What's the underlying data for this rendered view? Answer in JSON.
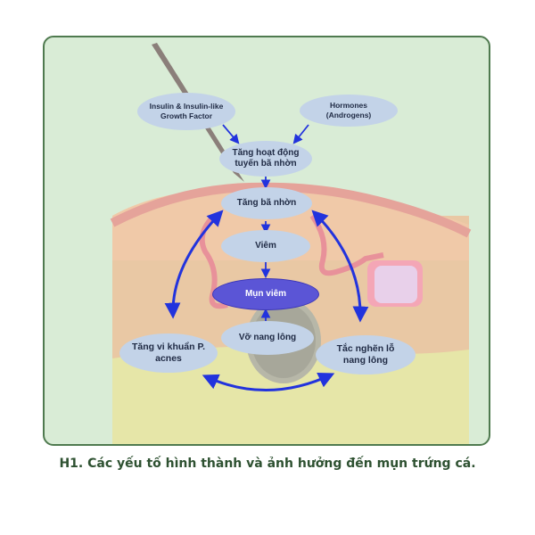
{
  "diagram": {
    "nodes": {
      "insulin": "Insulin & Insulin-like Growth Factor",
      "hormones": "Hormones (Androgens)",
      "sebaceous_activity": "Tăng hoạt động tuyến bã nhờn",
      "sebum_increase": "Tăng bã nhờn",
      "inflammation": "Viêm",
      "inflamed_acne": "Mụn viêm",
      "follicle_rupture": "Vỡ nang lông",
      "bacteria_increase": "Tăng vi khuẩn P. acnes",
      "pore_blockage": "Tắc nghẽn lỗ nang lông"
    },
    "colors": {
      "node_fill": "#c3d3e8",
      "highlight_fill": "#5b55d6",
      "arrow": "#2233dd",
      "frame_border": "#4f7a4f",
      "caption": "#2e5131"
    }
  },
  "caption": "H1. Các yếu tố hình thành và ảnh hưởng đến mụn trứng cá."
}
